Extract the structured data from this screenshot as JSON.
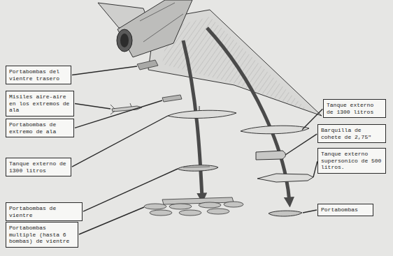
{
  "diagram": {
    "nodes": [
      {
        "text": [
          "Portabombas del vientre trasero"
        ]
      },
      {
        "text": [
          "Misiles aire-aire en los extremos de ala"
        ]
      },
      {
        "text": [
          "Portabombas de extremo de ala"
        ]
      },
      {
        "text": [
          "Tanque externo de 1300 litros"
        ]
      },
      {
        "text": [
          "Portabombas de vientre"
        ]
      },
      {
        "text": [
          "Portabombas multiple (hasta 6 bombas) de vientre"
        ]
      },
      {
        "text": [
          "Tanque externo de 1300 litros"
        ]
      },
      {
        "text": [
          "Barquilla de cohete de 2,75\""
        ]
      },
      {
        "text": [
          "Tanque externo supersonico de 500 litros."
        ]
      },
      {
        "text": [
          "Portabombas"
        ]
      }
    ]
  }
}
